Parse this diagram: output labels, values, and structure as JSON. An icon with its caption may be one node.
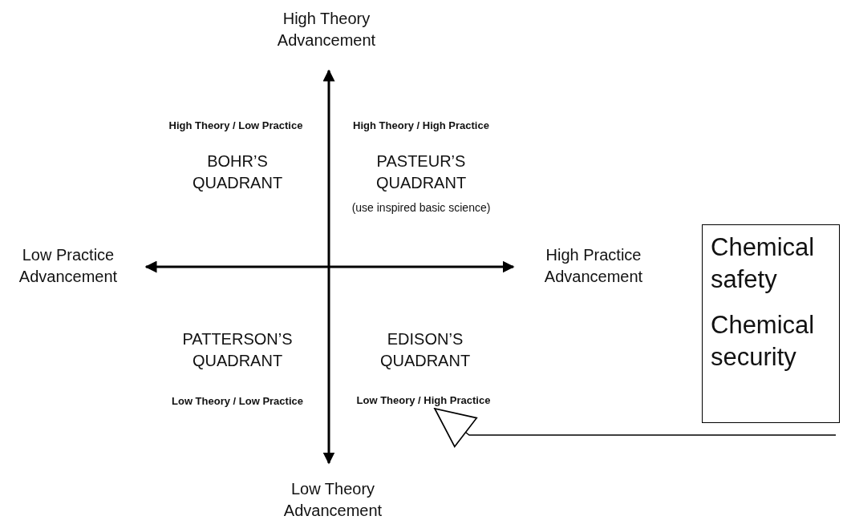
{
  "diagram": {
    "nodes": [
      {
        "text": [
          "Chemical safety",
          "Chemical security"
        ]
      },
      {
        "text": [
          "Low Theory / High Practice"
        ]
      }
    ],
    "edges": [
      {
        "from": null,
        "to": 1,
        "arrow": "to"
      }
    ],
    "labels": [
      "High Theory Advancement",
      "High Theory / Low Practice",
      "High Theory / High Practice",
      "BOHR’S QUADRANT",
      "PASTEUR’S QUADRANT",
      "(use inspired basic science)",
      "Low Practice Advancement",
      "High Practice Advancement",
      "PATTERSON’S QUADRANT",
      "EDISON’S QUADRANT",
      "Low Theory / Low Practice",
      "Low Theory Advancement"
    ]
  }
}
